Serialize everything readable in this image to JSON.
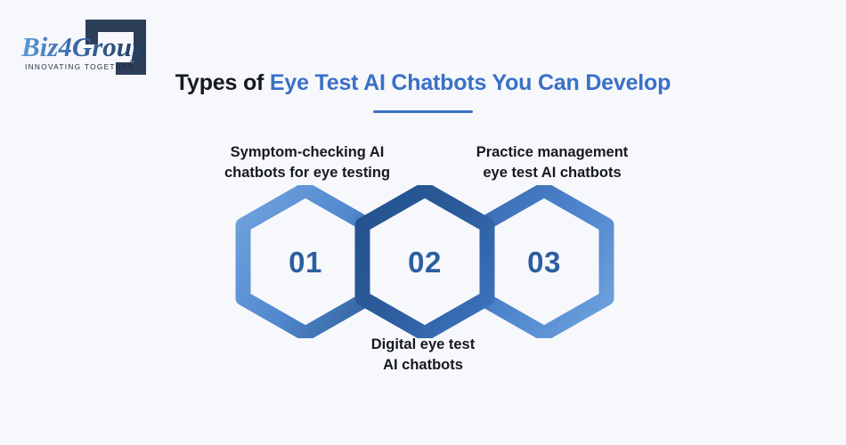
{
  "background_color": "#f7f8fb",
  "brand": {
    "name": "Biz4Group",
    "name_part1": "Biz",
    "name_part2": "4",
    "name_part3": "Group",
    "tagline": "INNOVATING TOGETHER",
    "mark_color": "#2c3e58",
    "text_color_light": "#4a8fd4",
    "text_color_dark": "#233b5c"
  },
  "header": {
    "title_prefix": "Types of ",
    "title_highlight": "Eye Test AI Chatbots You Can Develop",
    "title_prefix_color": "#16191d",
    "title_highlight_color": "#3a70c6",
    "divider_color": "#3a70c6"
  },
  "steps": [
    {
      "number": "01",
      "label": "Symptom-checking AI\nchatbots for eye testing",
      "label_position": "top",
      "stroke_from": "#6699d8",
      "stroke_to": "#3a6fbe"
    },
    {
      "number": "02",
      "label": "Digital eye test\nAI chatbots",
      "label_position": "bottom",
      "stroke_from": "#2a5696",
      "stroke_to": "#3a6fbe"
    },
    {
      "number": "03",
      "label": "Practice management\neye test AI chatbots",
      "label_position": "top",
      "stroke_from": "#3a6fbe",
      "stroke_to": "#6699d8"
    }
  ],
  "number_color": "#2b5fa0"
}
